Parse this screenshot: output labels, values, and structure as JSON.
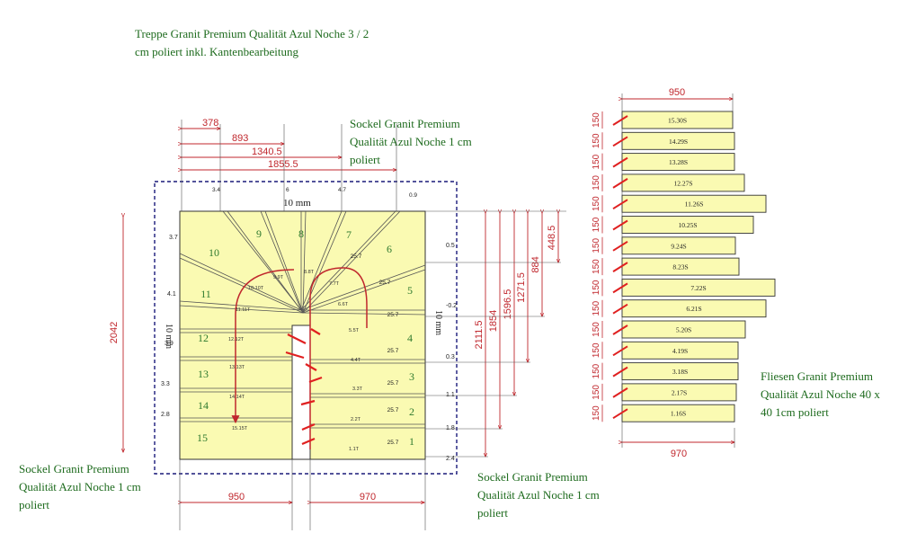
{
  "notes": {
    "stair_title_line1": "Treppe Granit Premium Qualität Azul Noche 3 / 2",
    "stair_title_line2": "cm poliert inkl. Kantenbearbeitung",
    "sockel_top_line1": "Sockel Granit Premium",
    "sockel_top_line2": "Qualität Azul Noche 1 cm",
    "sockel_top_line3": "poliert",
    "sockel_left_line1": "Sockel Granit Premium",
    "sockel_left_line2": "Qualität Azul Noche 1 cm",
    "sockel_left_line3": "poliert",
    "sockel_bottom_line1": "Sockel Granit Premium",
    "sockel_bottom_line2": "Qualität Azul Noche 1 cm",
    "sockel_bottom_line3": "poliert",
    "fliesen_line1": "Fliesen Granit Premium",
    "fliesen_line2": "Qualität Azul Noche 40 x",
    "fliesen_line3": "40 1cm poliert"
  },
  "plan": {
    "dims_top": [
      "378",
      "893",
      "1340.5",
      "1855.5"
    ],
    "dim_top_ticks": [
      "3.4",
      "6",
      "4.7",
      "0.9"
    ],
    "gap_label": "10 mm",
    "left_gap_label": "10 mm",
    "right_gap_label": "10 mm",
    "height_left": "2042",
    "dims_right": [
      "2111.5",
      "1854",
      "1596.5",
      "1271.5",
      "884",
      "448.5"
    ],
    "dims_bottom": [
      "950",
      "970"
    ],
    "left_edge_labels": [
      "3.7",
      "4.1",
      "3.9",
      "3.3",
      "2.8"
    ],
    "right_edge_labels": [
      "0.5",
      "-0.2",
      "0.3",
      "1.1",
      "1.8",
      "2.4"
    ],
    "steps": [
      "1",
      "2",
      "3",
      "4",
      "5",
      "6",
      "7",
      "8",
      "9",
      "10",
      "11",
      "12",
      "13",
      "14",
      "15"
    ],
    "step_values": [
      "25.7",
      "25.7",
      "25.7",
      "25.7",
      "25.7",
      "25.7",
      "25.7"
    ],
    "tread_labels": [
      "1.1T",
      "2.2T",
      "3.3T",
      "4.4T",
      "5.5T",
      "6.6T",
      "7.7T",
      "8.8T",
      "9.9T",
      "10.10T",
      "11.11T",
      "12.12T",
      "13.13T",
      "14.14T",
      "15.15T"
    ]
  },
  "tiles": {
    "width_top": "950",
    "width_bottom": "970",
    "height_label": "150",
    "labels": [
      "15.30S",
      "14.29S",
      "13.28S",
      "12.27S",
      "11.26S",
      "10.25S",
      "9.24S",
      "8.23S",
      "7.22S",
      "6.21S",
      "5.20S",
      "4.19S",
      "3.18S",
      "2.17S",
      "1.16S"
    ]
  },
  "colors": {
    "tread_fill": "#fafab2",
    "dimension_red": "#c0272d",
    "outline_blue": "#1a1a7a",
    "text_green": "#1e6b1e"
  }
}
